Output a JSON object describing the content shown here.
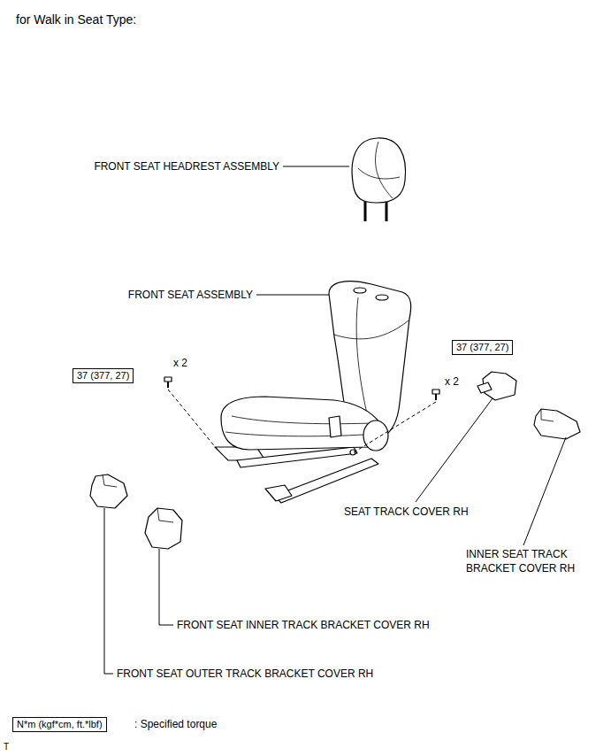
{
  "diagram": {
    "title": "for Walk in Seat Type:",
    "nodes": [
      {
        "text": [
          "37 (377, 27)"
        ]
      },
      {
        "text": [
          "37 (377, 27)"
        ]
      },
      {
        "text": [
          "N*m (kgf*cm, ft.*lbf)"
        ]
      }
    ],
    "labels": [
      "FRONT SEAT HEADREST ASSEMBLY",
      "FRONT SEAT ASSEMBLY",
      "x 2",
      "x 2",
      "SEAT TRACK COVER RH",
      "INNER SEAT TRACK BRACKET COVER RH",
      "FRONT SEAT INNER TRACK BRACKET COVER RH",
      "FRONT SEAT OUTER TRACK BRACKET COVER RH",
      ": Specified torque",
      "T"
    ]
  }
}
